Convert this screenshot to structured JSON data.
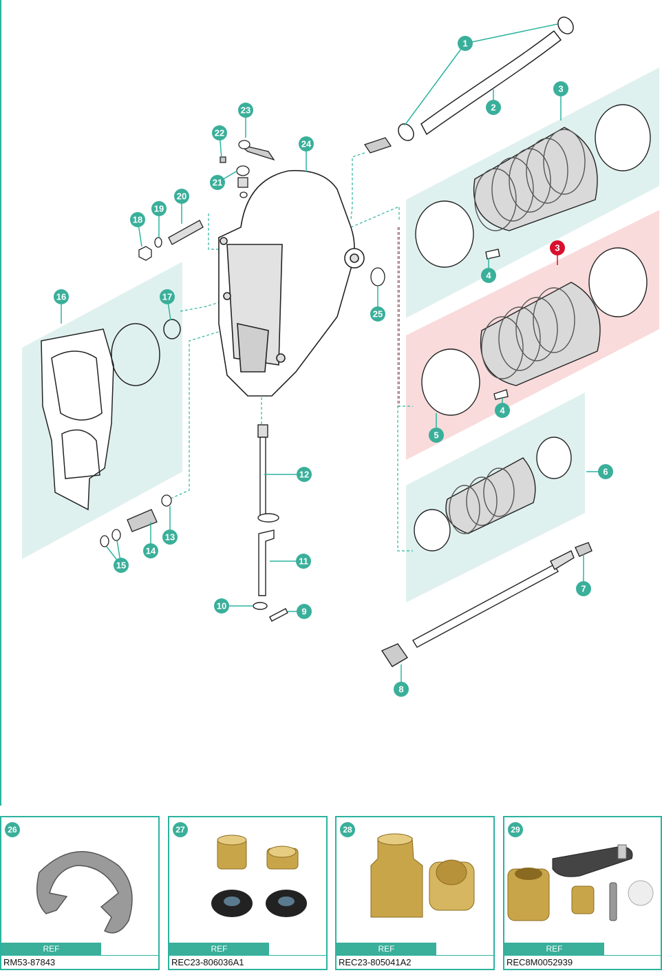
{
  "callouts": {
    "c1": "1",
    "c2": "2",
    "c3": "3",
    "c3r": "3",
    "c4a": "4",
    "c4b": "4",
    "c5": "5",
    "c6": "6",
    "c7": "7",
    "c8": "8",
    "c9": "9",
    "c10": "10",
    "c11": "11",
    "c12": "12",
    "c13": "13",
    "c14": "14",
    "c15": "15",
    "c16": "16",
    "c17": "17",
    "c18": "18",
    "c19": "19",
    "c20": "20",
    "c21": "21",
    "c22": "22",
    "c23": "23",
    "c24": "24",
    "c25": "25"
  },
  "colors": {
    "accent": "#3aaf9a",
    "highlight": "#d8102e",
    "teal_zone": "#dff1ee",
    "pink_zone": "#f9dbdc"
  },
  "parts": [
    {
      "num": "26",
      "ref_label": "REF",
      "code": "RM53-87843"
    },
    {
      "num": "27",
      "ref_label": "REF",
      "code": "REC23-806036A1"
    },
    {
      "num": "28",
      "ref_label": "REF",
      "code": "REC23-805041A2"
    },
    {
      "num": "29",
      "ref_label": "REF",
      "code": "REC8M0052939"
    }
  ]
}
